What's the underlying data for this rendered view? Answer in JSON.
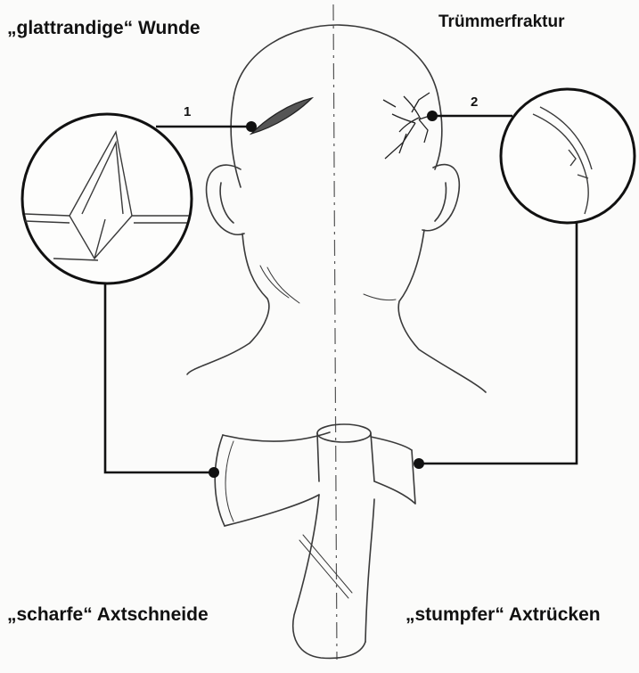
{
  "labels": {
    "top_left": "„glattrandige“ Wunde",
    "top_right": "Trümmerfraktur",
    "bottom_left": "„scharfe“ Axtschneide",
    "bottom_right": "„stumpfer“ Axtrücken",
    "marker_1": "1",
    "marker_2": "2"
  },
  "colors": {
    "ink": "#111111",
    "pencil": "#3a3a3a",
    "paper": "#fbfbfa"
  },
  "icons": {
    "head": "head-sketch-icon",
    "axe": "axe-sketch-icon",
    "wound_detail": "incised-wound-detail-icon",
    "fracture_detail": "fracture-detail-icon"
  }
}
